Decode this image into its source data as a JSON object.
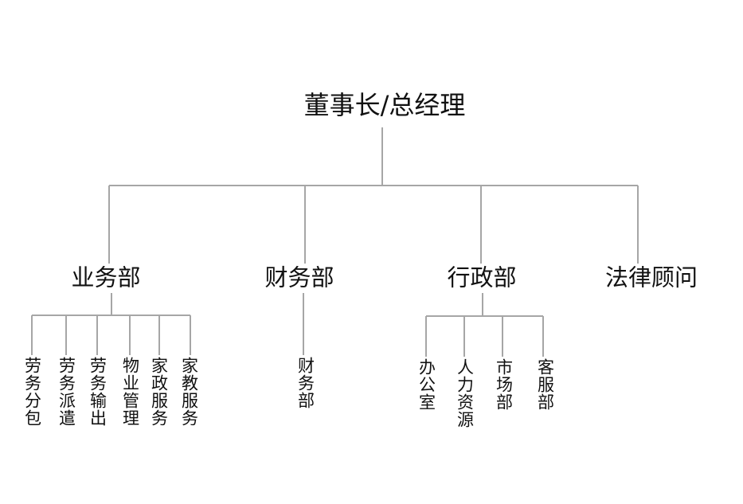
{
  "root": {
    "label": "董事长/总经理"
  },
  "departments": [
    {
      "label": "业务部",
      "units": [
        "劳务分包",
        "劳务派遣",
        "劳务输出",
        "物业管理",
        "家政服务",
        "家教服务"
      ]
    },
    {
      "label": "财务部",
      "units": [
        "财务部"
      ]
    },
    {
      "label": "行政部",
      "units": [
        "办公室",
        "人力资源",
        "市场部",
        "客服部"
      ]
    },
    {
      "label": "法律顾问",
      "units": []
    }
  ],
  "style": {
    "line_color": "#a6a6a6",
    "text_color": "#111111"
  }
}
